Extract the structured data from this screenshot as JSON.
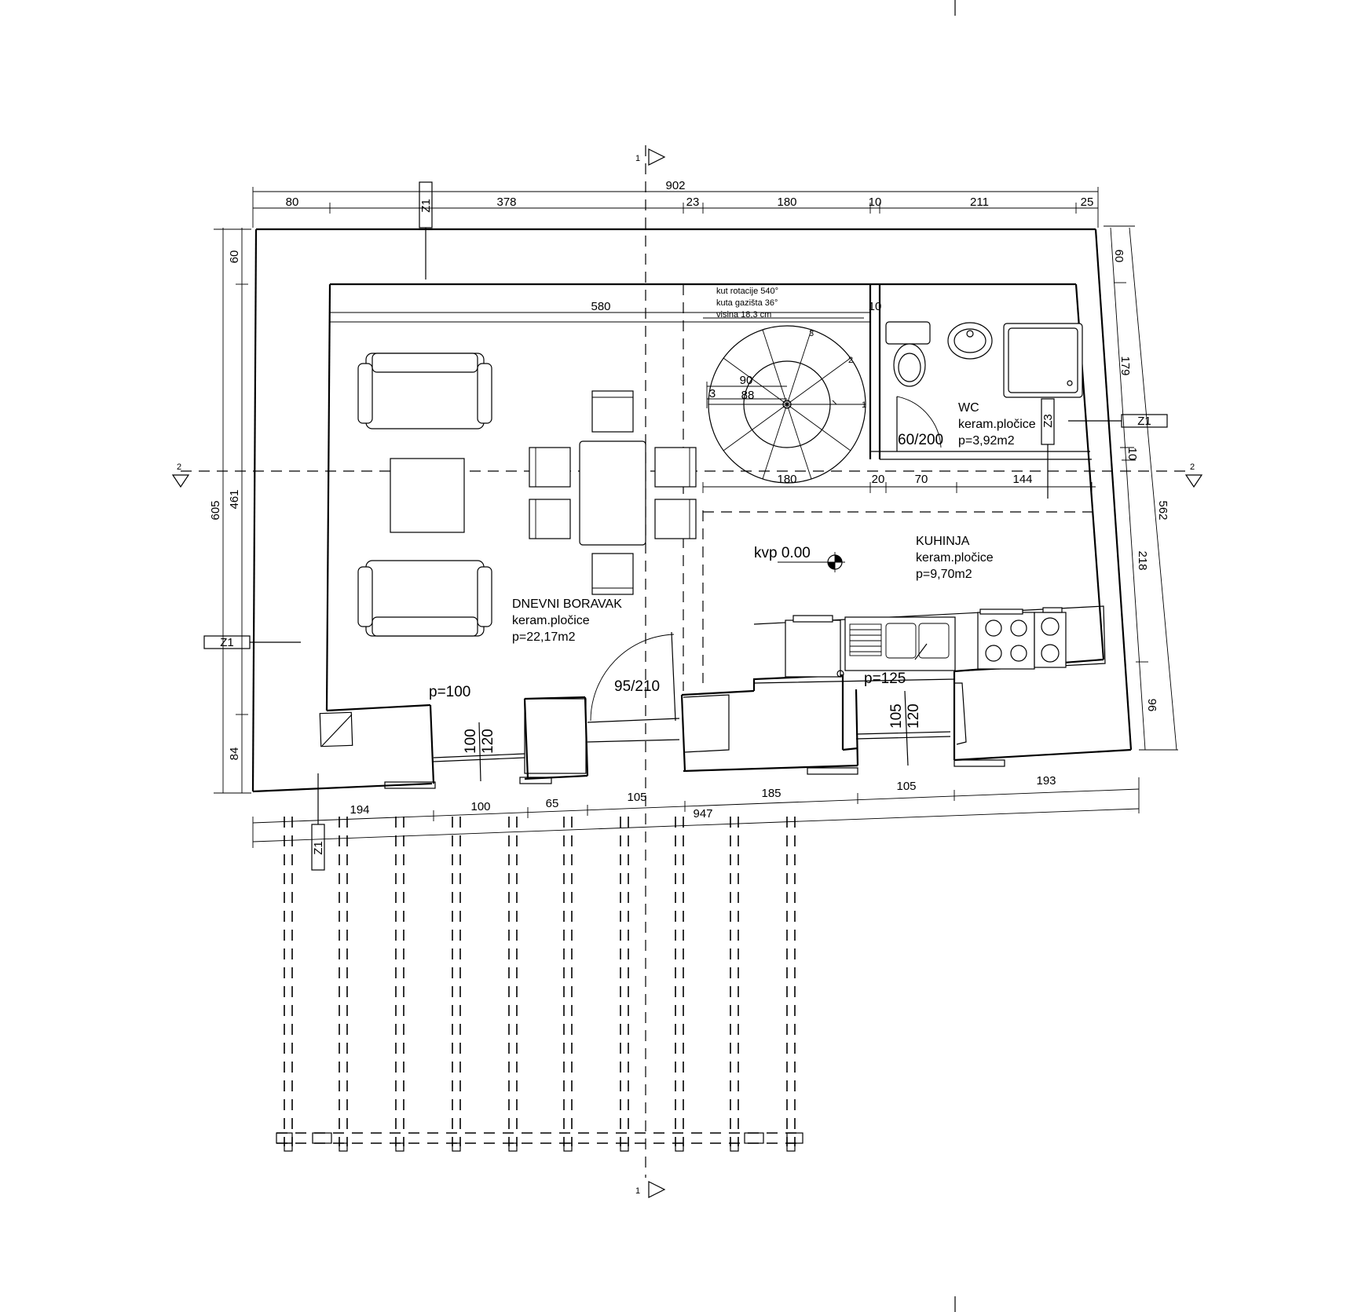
{
  "dimensions": {
    "top_total": "902",
    "top_segments": [
      "80",
      "378",
      "23",
      "180",
      "10",
      "211",
      "25"
    ],
    "inner_top": "580",
    "inner_top_b": "10",
    "left_total": "605",
    "left_segments": [
      "60",
      "461",
      "84"
    ],
    "right_total": "562",
    "right_segments": [
      "60",
      "179",
      "10",
      "218",
      "96"
    ],
    "mid_segments": [
      "180",
      "20",
      "70",
      "144"
    ],
    "bottom_total": "947",
    "bottom_segments": [
      "194",
      "100",
      "65",
      "105",
      "185",
      "105",
      "193"
    ],
    "stair_dims": [
      "90",
      "88",
      "3"
    ]
  },
  "rooms": {
    "living": {
      "name": "DNEVNI BORAVAK",
      "finish": "keram.pločice",
      "area": "p=22,17m2"
    },
    "wc": {
      "name": "WC",
      "finish": "keram.pločice",
      "area": "p=3,92m2"
    },
    "kitchen": {
      "name": "KUHINJA",
      "finish": "keram.pločice",
      "area": "p=9,70m2"
    }
  },
  "openings": {
    "window1": "p=100",
    "window1_w": "100",
    "window1_h": "120",
    "window2": "p=125",
    "window2_w": "105",
    "window2_h": "120",
    "door_main": "95/210",
    "door_wc": "60/200"
  },
  "stair_note": [
    "kut rotacije 540°",
    "kuta gazišta 36°",
    "visina 18,3 cm"
  ],
  "stair_steps": [
    "1",
    "2",
    "3"
  ],
  "level": "kvp 0.00",
  "wall_tags": {
    "z1": "Z1",
    "z3": "Z3"
  },
  "sections": {
    "s1": "1",
    "s2": "2"
  }
}
